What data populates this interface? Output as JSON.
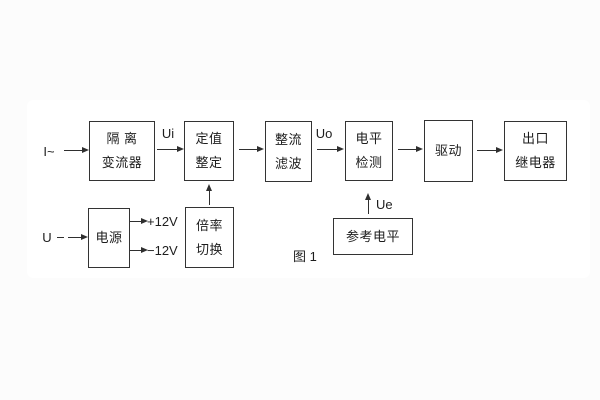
{
  "figure": {
    "caption": "图 1",
    "blocks": [
      {
        "name": "isolation-transformer",
        "lines": [
          "隔 离",
          "变流器"
        ]
      },
      {
        "name": "setpoint-adjustment",
        "lines": [
          "定值",
          "整定"
        ]
      },
      {
        "name": "rectifier-filter",
        "lines": [
          "整流",
          "滤波"
        ]
      },
      {
        "name": "level-detection",
        "lines": [
          "电平",
          "检测"
        ]
      },
      {
        "name": "driver",
        "lines": [
          "驱动"
        ]
      },
      {
        "name": "output-relay",
        "lines": [
          "出口",
          "继电器"
        ]
      },
      {
        "name": "power-supply",
        "lines": [
          "电源"
        ]
      },
      {
        "name": "ratio-switching",
        "lines": [
          "倍率",
          "切换"
        ]
      },
      {
        "name": "reference-level",
        "lines": [
          "参考电平"
        ]
      }
    ],
    "signal_labels": {
      "input_current": "I~",
      "ui": "Ui",
      "uo": "Uo",
      "ue": "Ue",
      "input_voltage": "U",
      "rail_positive": "+12V",
      "rail_negative": "−12V"
    },
    "colors": {
      "line": "#2f2f2f",
      "text": "#1d1d1d",
      "card_background": "#ffffff",
      "page_background": "#fcfcfc"
    }
  }
}
